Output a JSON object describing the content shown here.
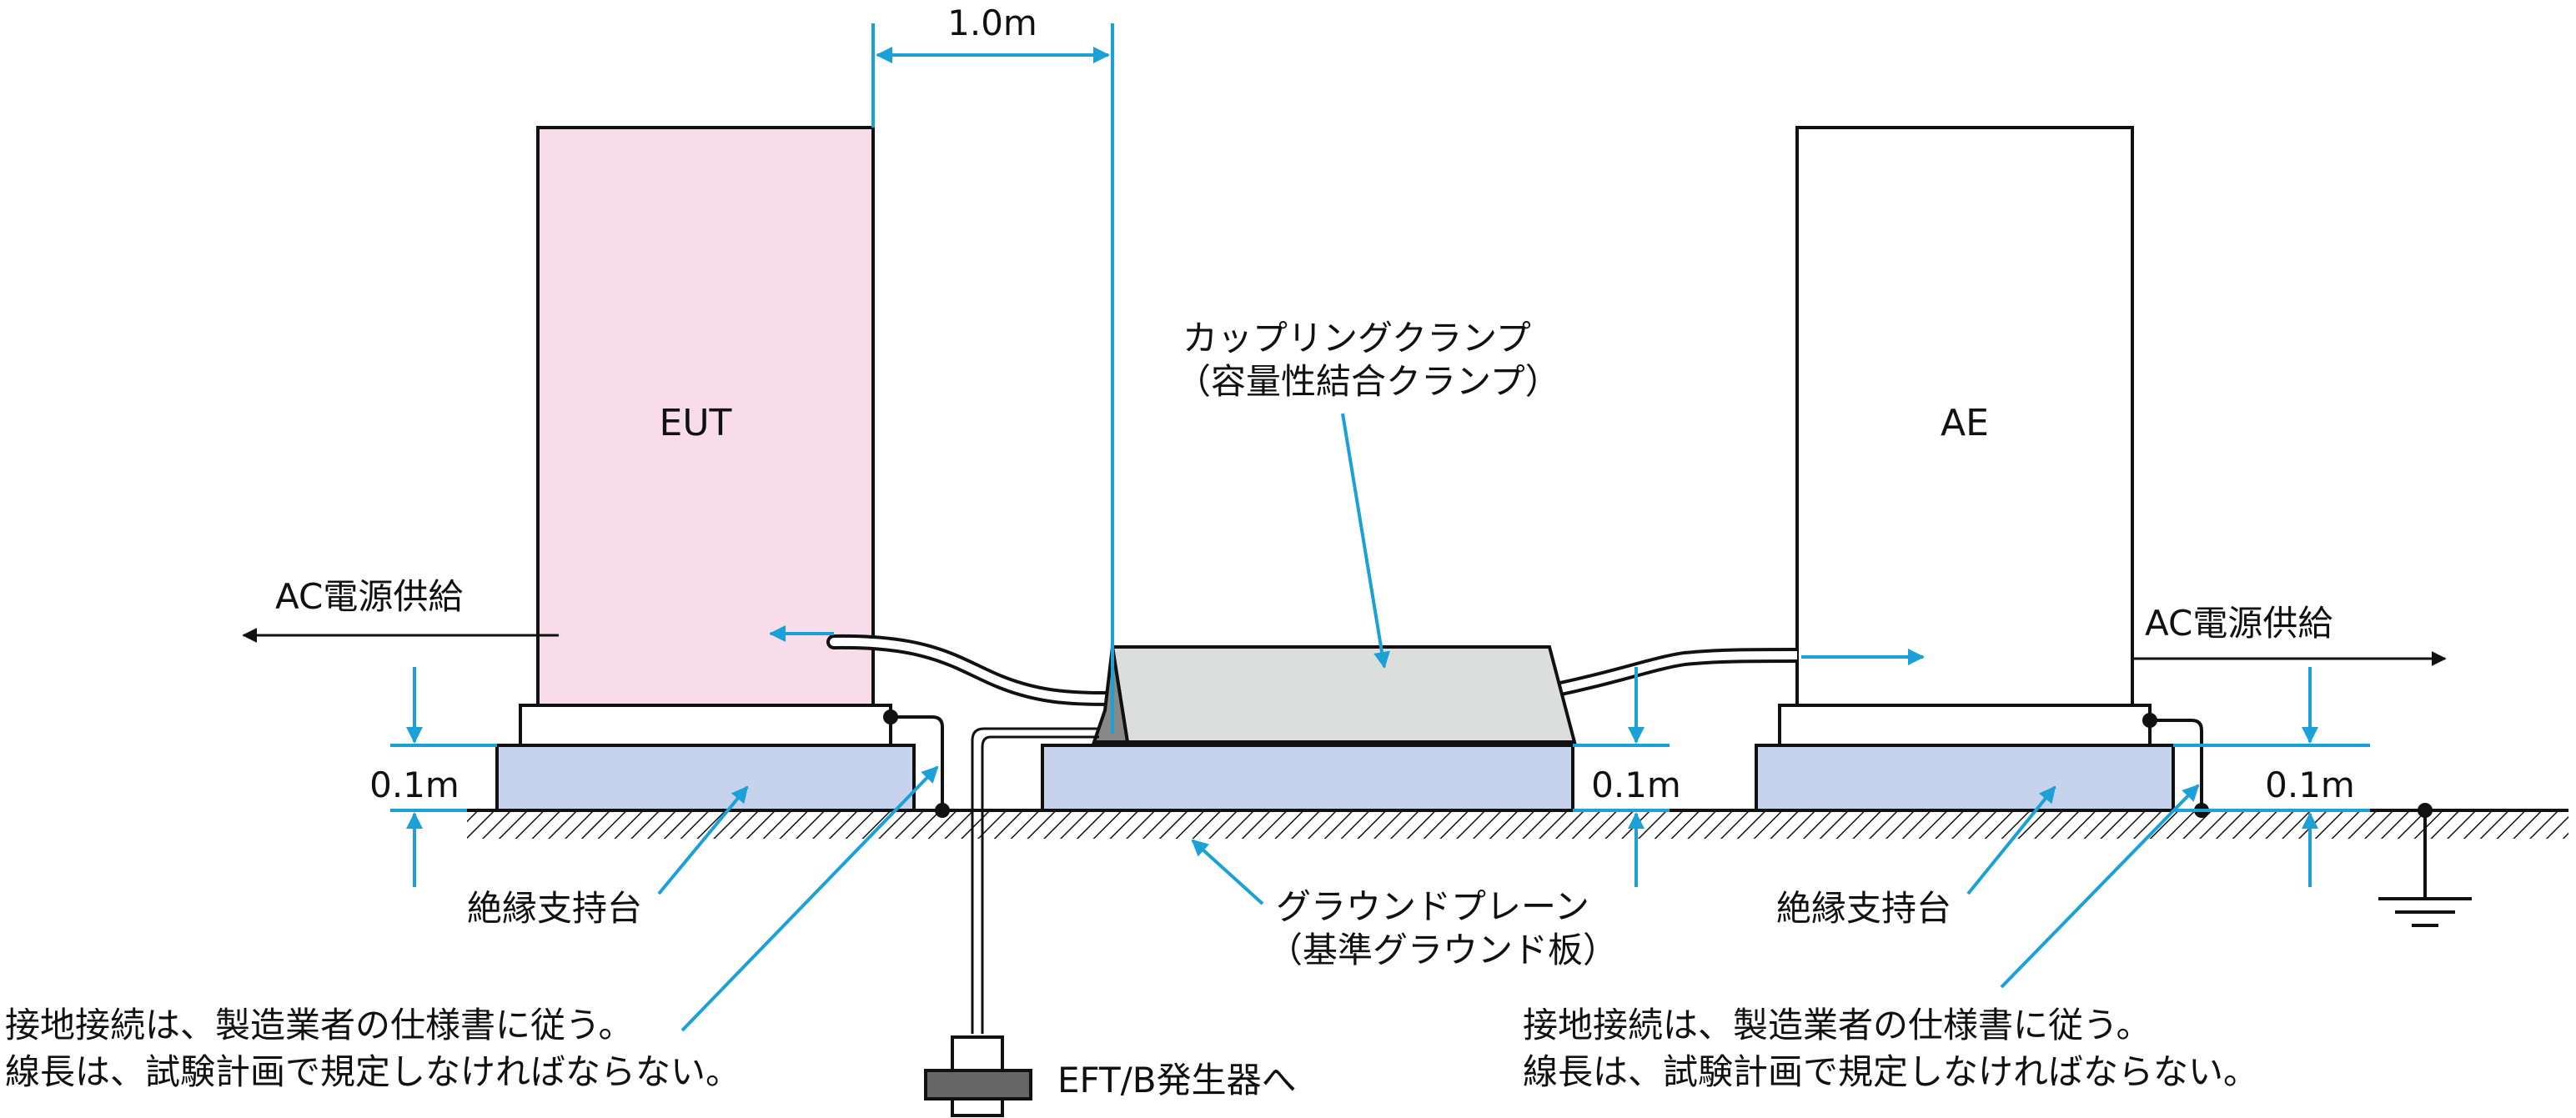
{
  "colors": {
    "eut_fill": "#f8dce9",
    "support_fill": "#c7d3ec",
    "clamp_fill": "#dcdedd",
    "clamp_dark": "#888888",
    "accent": "#1ba1d8",
    "line": "#111111"
  },
  "labels": {
    "distance": "1.0m",
    "eut": "EUT",
    "ae": "AE",
    "clamp_line1": "カップリングクランプ",
    "clamp_line2": "（容量性結合クランプ）",
    "ac_left": "AC電源供給",
    "ac_right": "AC電源供給",
    "height_left": "0.1m",
    "height_mid": "0.1m",
    "height_right": "0.1m",
    "support_left": "絶縁支持台",
    "support_right": "絶縁支持台",
    "ground_line1": "グラウンドプレーン",
    "ground_line2": "（基準グラウンド板）",
    "note_left_line1": "接地接続は、製造業者の仕様書に従う。",
    "note_left_line2": "線長は、試験計画で規定しなければならない。",
    "note_right_line1": "接地接続は、製造業者の仕様書に従う。",
    "note_right_line2": "線長は、試験計画で規定しなければならない。",
    "generator": "EFT/B発生器へ"
  },
  "icons": {
    "ground_symbol": "earth-ground-icon",
    "connector": "coaxial-connector-icon"
  }
}
